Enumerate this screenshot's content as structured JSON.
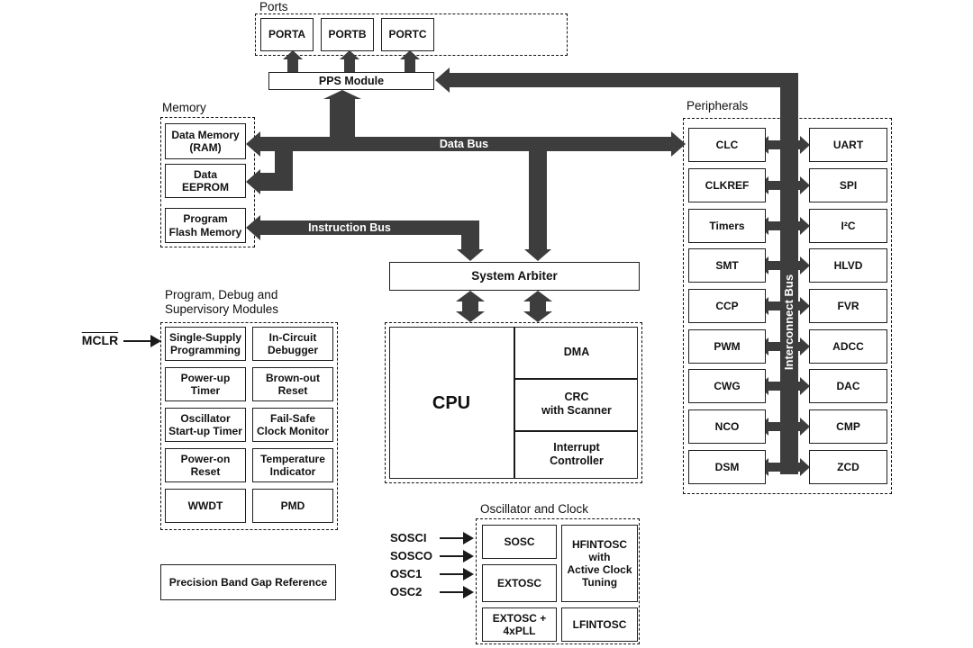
{
  "colors": {
    "bus": "#3d3d3d",
    "line": "#1a1a1a",
    "background": "#ffffff",
    "bus_text": "#ffffff"
  },
  "ports": {
    "label": "Ports",
    "items": [
      "PORTA",
      "PORTB",
      "PORTC"
    ]
  },
  "pps": {
    "label": "PPS Module"
  },
  "memory": {
    "label": "Memory",
    "items": [
      "Data Memory\n(RAM)",
      "Data\nEEPROM",
      "Program\nFlash Memory"
    ]
  },
  "buses": {
    "data": "Data Bus",
    "instruction": "Instruction Bus",
    "interconnect": "Interconnect Bus"
  },
  "system_arbiter": {
    "label": "System Arbiter"
  },
  "cpu": {
    "label": "CPU",
    "units": [
      "DMA",
      "CRC\nwith Scanner",
      "Interrupt\nController"
    ]
  },
  "peripherals": {
    "label": "Peripherals",
    "left": [
      "CLC",
      "CLKREF",
      "Timers",
      "SMT",
      "CCP",
      "PWM",
      "CWG",
      "NCO",
      "DSM"
    ],
    "right": [
      "UART",
      "SPI",
      "I²C",
      "HLVD",
      "FVR",
      "ADCC",
      "DAC",
      "CMP",
      "ZCD"
    ]
  },
  "debug": {
    "label": "Program, Debug and\nSupervisory Modules",
    "modules": [
      "Single-Supply\nProgramming",
      "In-Circuit\nDebugger",
      "Power-up\nTimer",
      "Brown-out\nReset",
      "Oscillator\nStart-up Timer",
      "Fail-Safe\nClock Monitor",
      "Power-on\nReset",
      "Temperature\nIndicator",
      "WWDT",
      "PMD"
    ]
  },
  "mclr": {
    "label": "MCLR"
  },
  "bandgap": {
    "label": "Precision Band Gap Reference"
  },
  "oscillator": {
    "label": "Oscillator and Clock",
    "sources": [
      "SOSC",
      "EXTOSC",
      "EXTOSC +\n4xPLL",
      "HFINTOSC\nwith\nActive Clock\nTuning",
      "LFINTOSC"
    ],
    "pins": [
      "SOSCI",
      "SOSCO",
      "OSC1",
      "OSC2"
    ]
  }
}
